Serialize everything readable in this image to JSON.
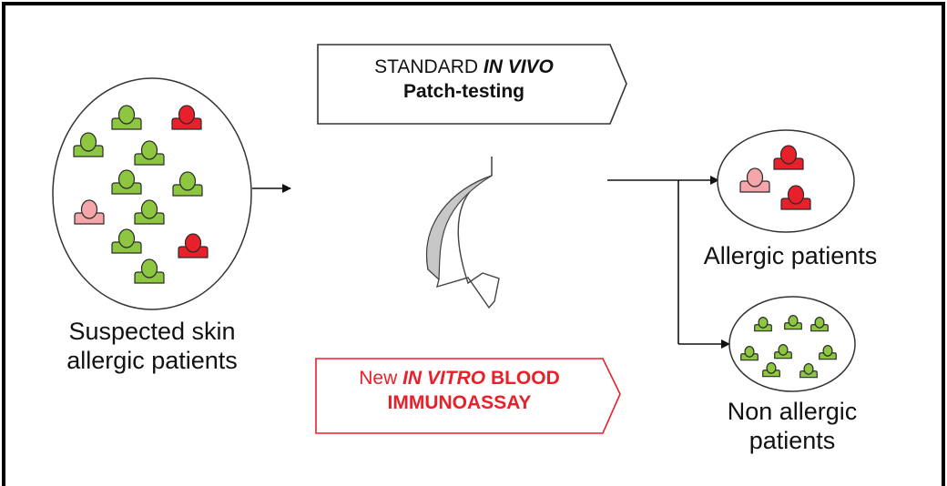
{
  "diagram": {
    "colors": {
      "green": "#8dc63f",
      "red": "#e8202a",
      "pink": "#f4a6ab",
      "dark_outline": "#2b2b2b",
      "arrow_shade": "#c7c7c7",
      "accent_red": "#e8202a"
    },
    "source_group": {
      "label_line1": "Suspected skin",
      "label_line2": "allergic patients"
    },
    "standard_test": {
      "line1_prefix": "STANDARD",
      "line1_em": "IN VIVO",
      "line2": "Patch-testing"
    },
    "new_test": {
      "line1_prefix": "New",
      "line1_em": "IN VITRO",
      "line1_suffix": "BLOOD",
      "line2": "IMMUNOASSAY"
    },
    "outcome_allergic": {
      "label": "Allergic patients"
    },
    "outcome_non_allergic": {
      "label_line1": "Non allergic",
      "label_line2": "patients"
    },
    "icon": "patient-person-icon"
  }
}
